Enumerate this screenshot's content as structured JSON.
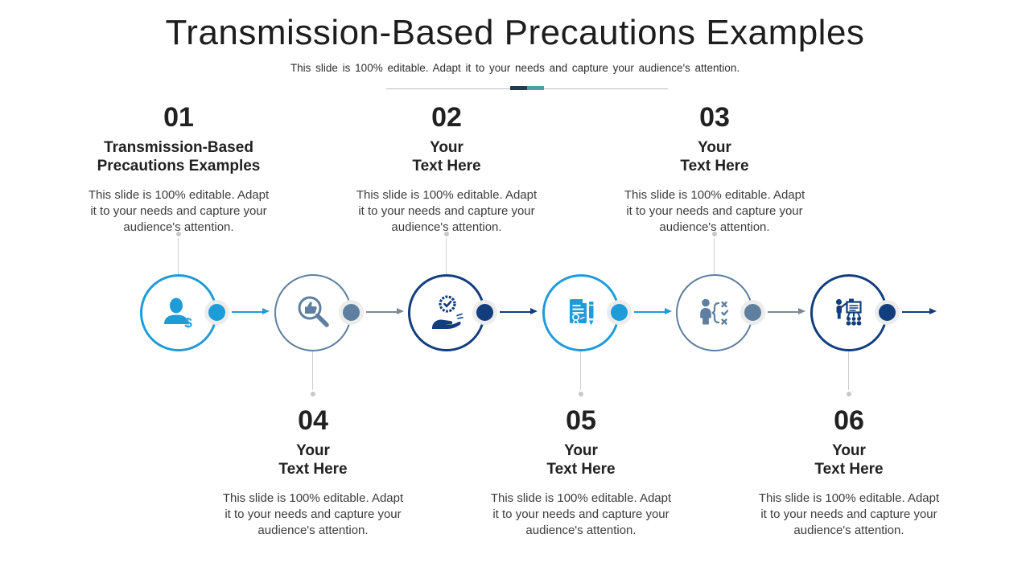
{
  "slide": {
    "title": "Transmission-Based Precautions Examples",
    "subtitle": "This slide is 100% editable. Adapt it to your needs and capture your audience's attention."
  },
  "colors": {
    "accent_blue": "#1e9cd8",
    "accent_slate": "#5e7f9f",
    "accent_navy": "#123e7e",
    "divider_navy": "#243b4c",
    "divider_teal": "#4ba0a8",
    "connector_gray": "#cfcfcf",
    "text_dark": "#212121",
    "text_body": "#3c3c3c"
  },
  "top_items": [
    {
      "number": "01",
      "title": "Transmission-Based\nPrecautions Examples",
      "description": "This slide is 100% editable. Adapt\nit to your needs and capture your\naudience's attention."
    },
    {
      "number": "02",
      "title": "Your\nText Here",
      "description": "This slide is 100% editable. Adapt\nit to your needs and capture your\naudience's attention."
    },
    {
      "number": "03",
      "title": "Your\nText Here",
      "description": "This slide is 100% editable. Adapt\nit to your needs and capture your\naudience's attention."
    }
  ],
  "bottom_items": [
    {
      "number": "04",
      "title": "Your\nText Here",
      "description": "This slide is 100% editable. Adapt\nit to your needs and capture your\naudience's attention."
    },
    {
      "number": "05",
      "title": "Your\nText Here",
      "description": "This slide is 100% editable. Adapt\nit to your needs and capture your\naudience's attention."
    },
    {
      "number": "06",
      "title": "Your\nText Here",
      "description": "This slide is 100% editable. Adapt\nit to your needs and capture your\naudience's attention."
    }
  ],
  "timeline": {
    "circles": [
      {
        "icon": "user-dollar-icon",
        "color": "#1e9cd8"
      },
      {
        "icon": "thumbs-up-search-icon",
        "color": "#5e7f9f"
      },
      {
        "icon": "hand-badge-check-icon",
        "color": "#123e7e"
      },
      {
        "icon": "certificate-pencil-icon",
        "color": "#1e9cd8"
      },
      {
        "icon": "person-checklist-icon",
        "color": "#5e7f9f"
      },
      {
        "icon": "presentation-audience-icon",
        "color": "#123e7e"
      }
    ]
  }
}
